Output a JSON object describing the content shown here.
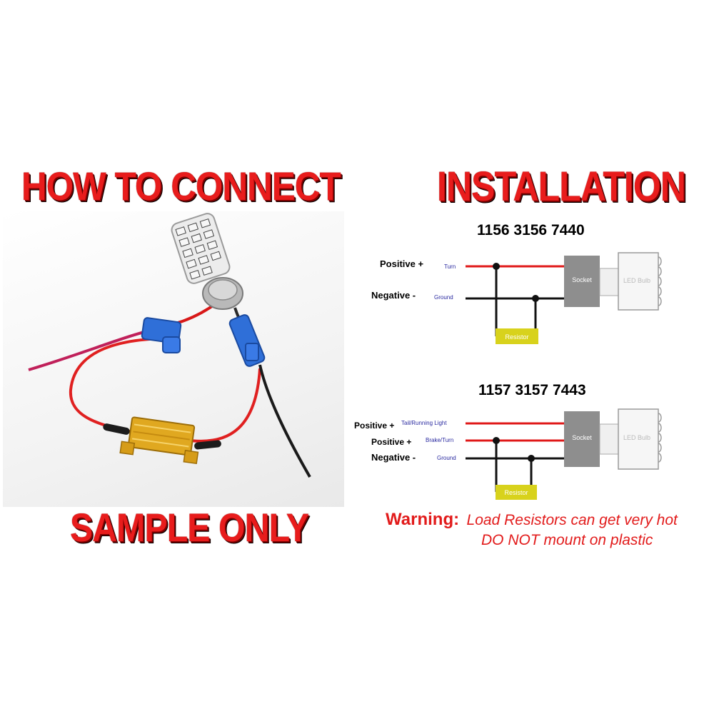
{
  "headings": {
    "left": "HOW TO CONNECT",
    "right": "INSTALLATION",
    "bottom": "SAMPLE ONLY"
  },
  "diagram1": {
    "models": "1156 3156 7440",
    "positive_label": "Positive +",
    "negative_label": "Negative -",
    "turn_wire": "Turn",
    "ground_wire": "Ground",
    "resistor": "Resistor",
    "socket": "Socket",
    "bulb": "LED Bulb"
  },
  "diagram2": {
    "models": "1157 3157 7443",
    "positive_label_1": "Positive +",
    "positive_label_2": "Positive +",
    "negative_label": "Negative -",
    "tail_wire": "Tail/Running Light",
    "brake_wire": "Brake/Turn",
    "ground_wire": "Ground",
    "resistor": "Resistor",
    "socket": "Socket",
    "bulb": "LED Bulb"
  },
  "warning": {
    "label": "Warning:",
    "line1": "Load Resistors can get very hot",
    "line2": "DO NOT mount on plastic"
  },
  "colors": {
    "headline_red": "#e81c1c",
    "wire_red": "#e01818",
    "wire_black": "#111111",
    "resistor_yellow": "#d8d21c",
    "socket_gray": "#8e8e8e",
    "connector_blue": "#2f6fd8",
    "resistor_gold": "#e0a820"
  }
}
